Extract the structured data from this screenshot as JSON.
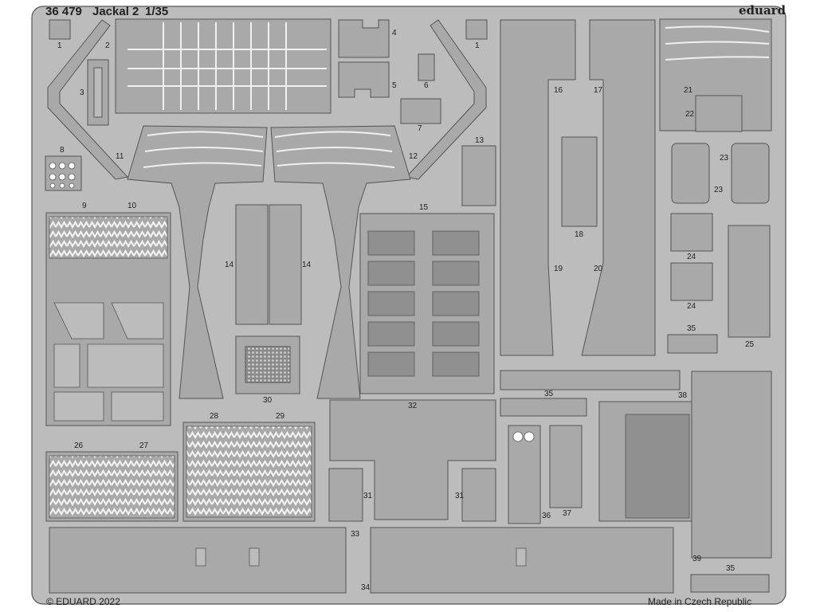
{
  "header": {
    "code": "36 479",
    "name": "Jackal 2",
    "scale": "1/35",
    "brand": "eduard"
  },
  "footer": {
    "copyright": "© EDUARD 2022",
    "origin": "Made in Czech Republic"
  },
  "part_numbers": {
    "p1": "1",
    "p2": "2",
    "p3": "3",
    "p4": "4",
    "p5": "5",
    "p6": "6",
    "p7": "7",
    "p8": "8",
    "p9": "9",
    "p10": "10",
    "p11": "11",
    "p12": "12",
    "p13": "13",
    "p14": "14",
    "p15": "15",
    "p16": "16",
    "p17": "17",
    "p18": "18",
    "p19": "19",
    "p20": "20",
    "p21": "21",
    "p22": "22",
    "p23": "23",
    "p24": "24",
    "p25": "25",
    "p26": "26",
    "p27": "27",
    "p28": "28",
    "p29": "29",
    "p30": "30",
    "p31": "31",
    "p32": "32",
    "p33": "33",
    "p34": "34",
    "p35": "35",
    "p36": "36",
    "p37": "37",
    "p38": "38",
    "p39": "39"
  },
  "colors": {
    "fret": "#bcbcbc",
    "part": "#a9a9a9",
    "edge": "#555555",
    "paper": "#ffffff"
  }
}
